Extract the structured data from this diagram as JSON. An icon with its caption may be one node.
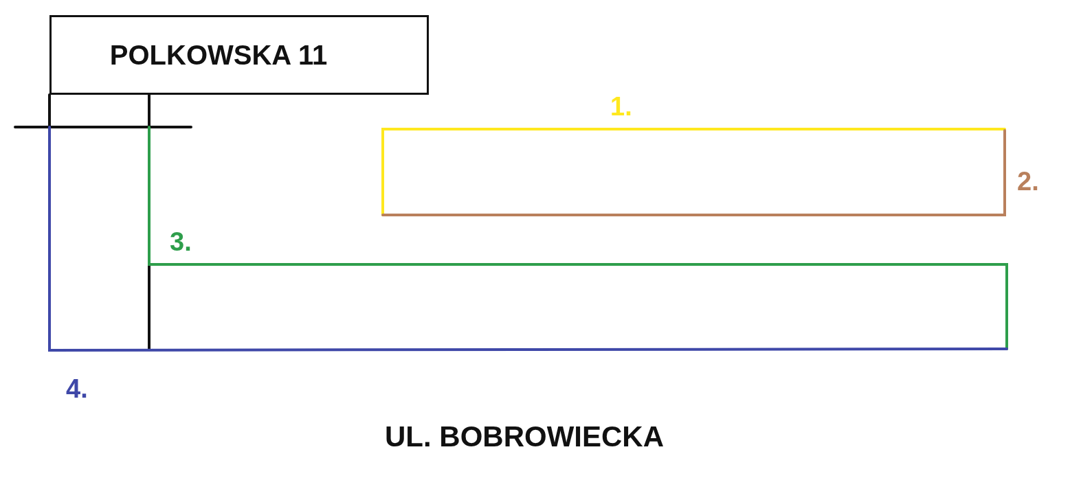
{
  "diagram": {
    "nodes": [
      {
        "text": [
          "POLKOWSKA 11"
        ]
      }
    ],
    "labels": [
      "1.",
      "2.",
      "3.",
      "4.",
      "UL. BOBROWIECKA"
    ]
  }
}
